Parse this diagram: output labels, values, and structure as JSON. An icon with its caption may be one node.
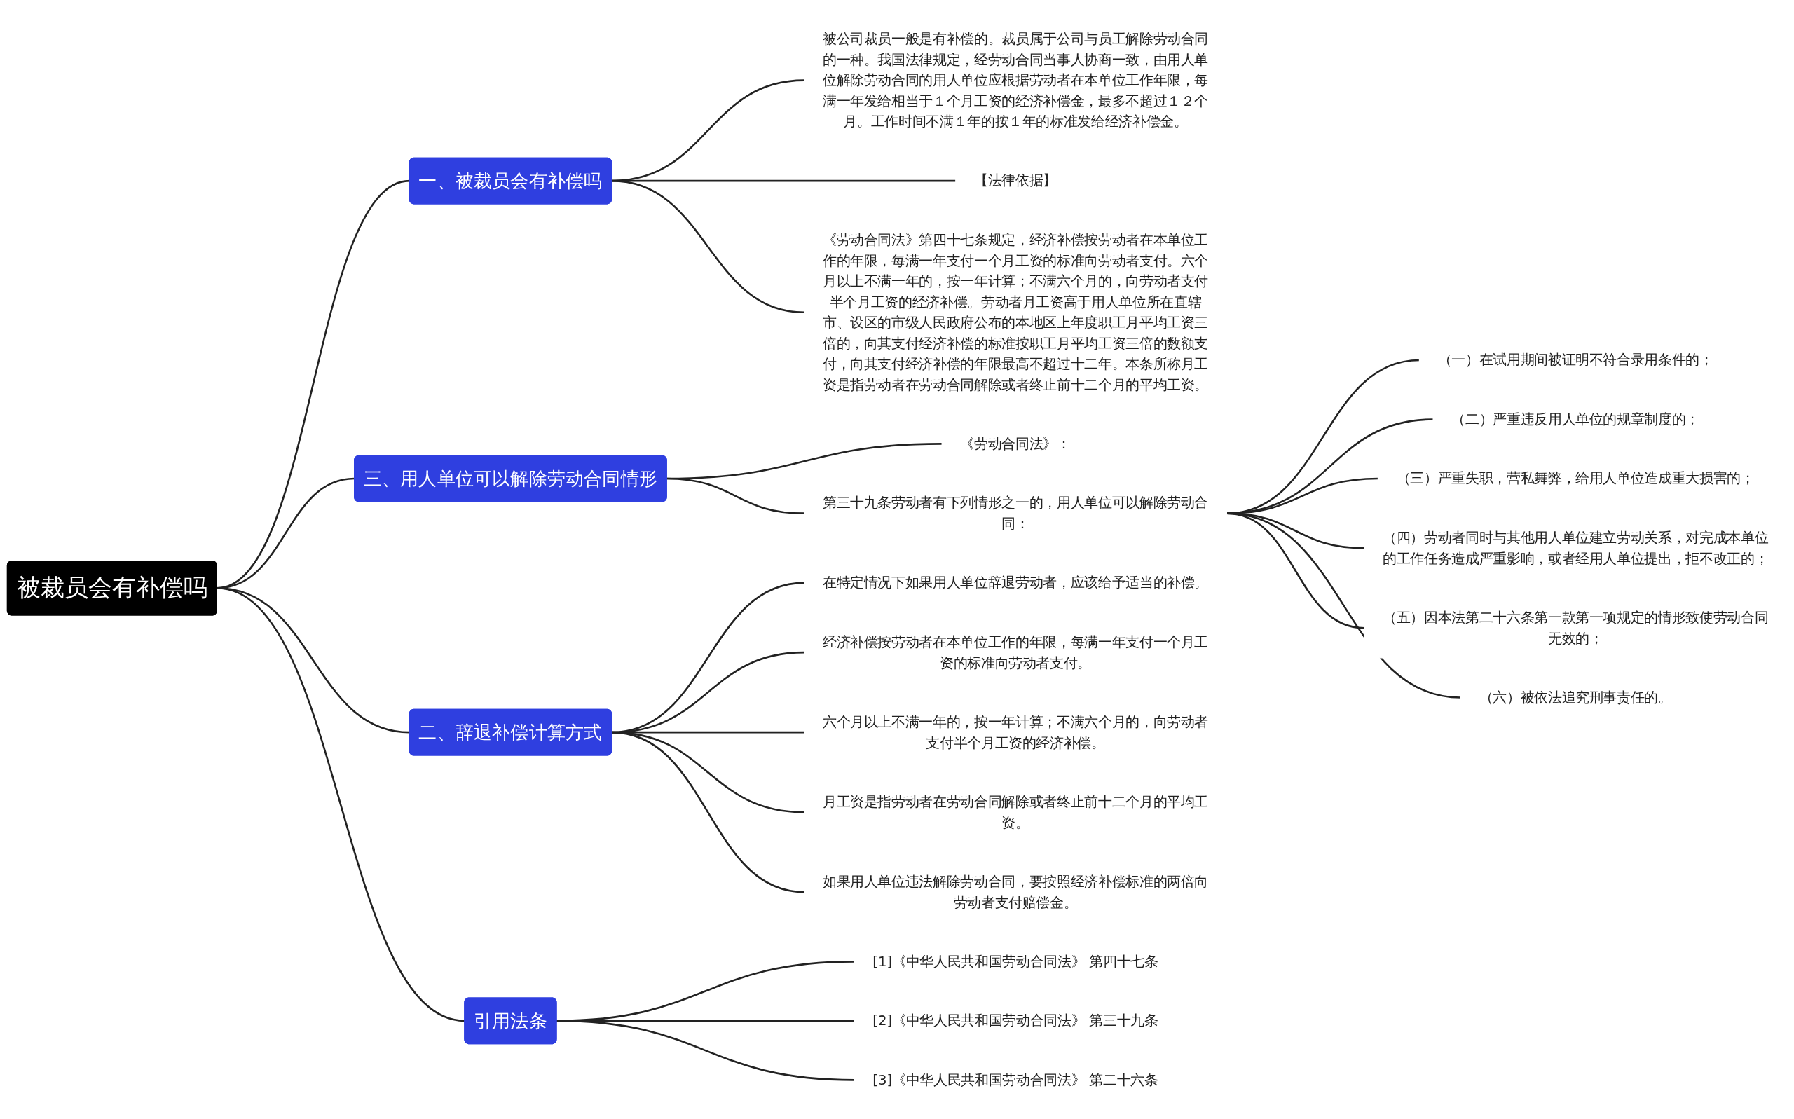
{
  "diagram": {
    "nodes": [
      {
        "text": [
          "被裁员会有补偿吗"
        ]
      },
      {
        "text": [
          "一、被裁员会有补偿吗"
        ]
      },
      {
        "text": [
          "被公司裁员一般是有补偿的。裁员属于公司与员工解除劳动合同的一种。我国法律规定，经劳动合同当事人协商一致，由用人单位解除劳动合同的用人单位应根据劳动者在本单位工作年限，每满一年发给相当于１个月工资的经济补偿金，最多不超过１２个月。工作时间不满１年的按１年的标准发给经济补偿金。"
        ]
      },
      {
        "text": [
          "【法律依据】"
        ]
      },
      {
        "text": [
          "《劳动合同法》第四十七条规定，经济补偿按劳动者在本单位工作的年限，每满一年支付一个月工资的标准向劳动者支付。六个月以上不满一年的，按一年计算；不满六个月的，向劳动者支付半个月工资的经济补偿。劳动者月工资高于用人单位所在直辖市、设区的市级人民政府公布的本地区上年度职工月平均工资三倍的，向其支付经济补偿的标准按职工月平均工资三倍的数额支付，向其支付经济补偿的年限最高不超过十二年。本条所称月工资是指劳动者在劳动合同解除或者终止前十二个月的平均工资。"
        ]
      },
      {
        "text": [
          "二、辞退补偿计算方式"
        ]
      },
      {
        "text": [
          "在特定情况下如果用人单位辞退劳动者，应该给予适当的补偿。"
        ]
      },
      {
        "text": [
          "经济补偿按劳动者在本单位工作的年限，每满一年支付一个月工资的标准向劳动者支付。"
        ]
      },
      {
        "text": [
          "六个月以上不满一年的，按一年计算；不满六个月的，向劳动者支付半个月工资的经济补偿。"
        ]
      },
      {
        "text": [
          "月工资是指劳动者在劳动合同解除或者终止前十二个月的平均工资。"
        ]
      },
      {
        "text": [
          "如果用人单位违法解除劳动合同，要按照经济补偿标准的两倍向劳动者支付赔偿金。"
        ]
      },
      {
        "text": [
          "三、用人单位可以解除劳动合同情形"
        ]
      },
      {
        "text": [
          "《劳动合同法》："
        ]
      },
      {
        "text": [
          "第三十九条劳动者有下列情形之一的，用人单位可以解除劳动合同："
        ]
      },
      {
        "text": [
          "（一）在试用期间被证明不符合录用条件的；"
        ]
      },
      {
        "text": [
          "（二）严重违反用人单位的规章制度的；"
        ]
      },
      {
        "text": [
          "（三）严重失职，营私舞弊，给用人单位造成重大损害的；"
        ]
      },
      {
        "text": [
          "（四）劳动者同时与其他用人单位建立劳动关系，对完成本单位的工作任务造成严重影响，或者经用人单位提出，拒不改正的；"
        ]
      },
      {
        "text": [
          "（五）因本法第二十六条第一款第一项规定的情形致使劳动合同无效的；"
        ]
      },
      {
        "text": [
          "（六）被依法追究刑事责任的。"
        ]
      },
      {
        "text": [
          "引用法条"
        ]
      },
      {
        "text": [
          "[1]《中华人民共和国劳动合同法》 第四十七条"
        ]
      },
      {
        "text": [
          "[2]《中华人民共和国劳动合同法》 第三十九条"
        ]
      },
      {
        "text": [
          "[3]《中华人民共和国劳动合同法》 第二十六条"
        ]
      }
    ],
    "edges": [
      {
        "from": 0,
        "to": 1,
        "arrow": "none"
      },
      {
        "from": 1,
        "to": 2,
        "arrow": "none"
      },
      {
        "from": 1,
        "to": 3,
        "arrow": "none"
      },
      {
        "from": 1,
        "to": 4,
        "arrow": "none"
      },
      {
        "from": 0,
        "to": 5,
        "arrow": "none"
      },
      {
        "from": 5,
        "to": 6,
        "arrow": "none"
      },
      {
        "from": 5,
        "to": 7,
        "arrow": "none"
      },
      {
        "from": 5,
        "to": 8,
        "arrow": "none"
      },
      {
        "from": 5,
        "to": 9,
        "arrow": "none"
      },
      {
        "from": 5,
        "to": 10,
        "arrow": "none"
      },
      {
        "from": 0,
        "to": 11,
        "arrow": "none"
      },
      {
        "from": 11,
        "to": 12,
        "arrow": "none"
      },
      {
        "from": 11,
        "to": 13,
        "arrow": "none"
      },
      {
        "from": 13,
        "to": 14,
        "arrow": "none"
      },
      {
        "from": 13,
        "to": 15,
        "arrow": "none"
      },
      {
        "from": 13,
        "to": 16,
        "arrow": "none"
      },
      {
        "from": 13,
        "to": 17,
        "arrow": "none"
      },
      {
        "from": 13,
        "to": 18,
        "arrow": "none"
      },
      {
        "from": 13,
        "to": 19,
        "arrow": "none"
      },
      {
        "from": 0,
        "to": 20,
        "arrow": "none"
      },
      {
        "from": 20,
        "to": 21,
        "arrow": "none"
      },
      {
        "from": 20,
        "to": 22,
        "arrow": "none"
      },
      {
        "from": 20,
        "to": 23,
        "arrow": "none"
      }
    ]
  }
}
